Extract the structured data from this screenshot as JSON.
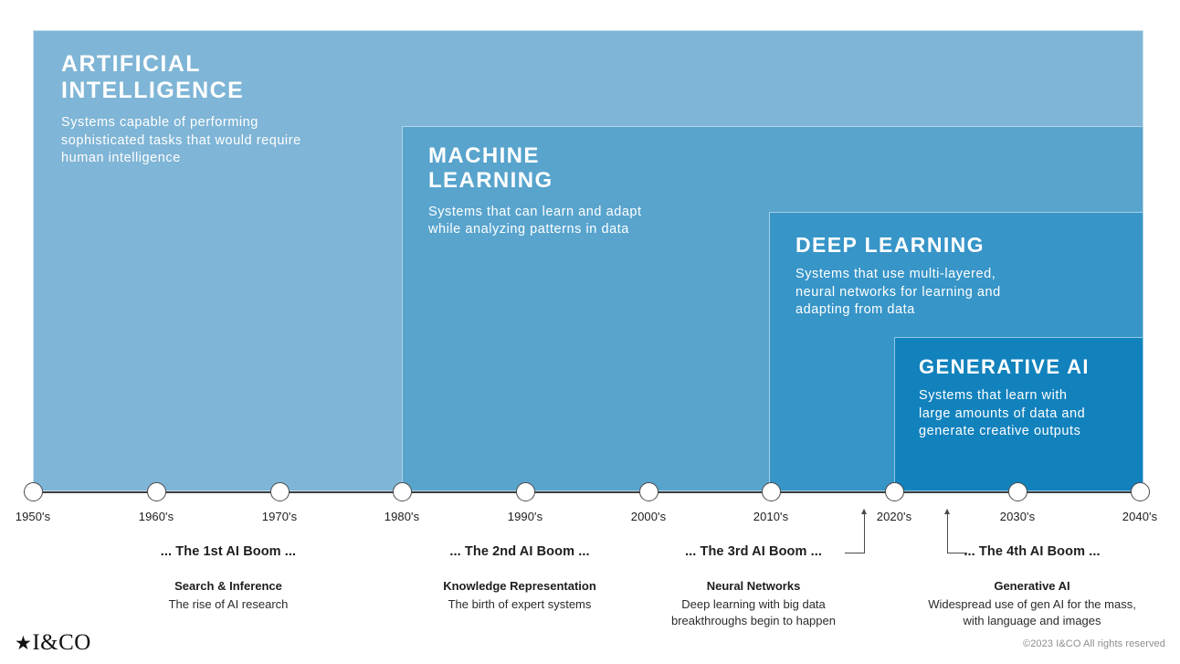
{
  "blocks": [
    {
      "id": "ai",
      "title": "ARTIFICIAL\nINTELLIGENCE",
      "description": "Systems capable of performing\nsophisticated tasks that would require\nhuman intelligence",
      "color": "#7fb5d6"
    },
    {
      "id": "ml",
      "title": "MACHINE\nLEARNING",
      "description": "Systems that can learn and adapt\nwhile analyzing patterns in data",
      "color": "#58a4cd"
    },
    {
      "id": "dl",
      "title": "DEEP LEARNING",
      "description": "Systems that use multi-layered,\nneural networks for learning and\nadapting from data",
      "color": "#3795c8"
    },
    {
      "id": "gen",
      "title": "GENERATIVE AI",
      "description": "Systems that learn with\nlarge amounts of data and\ngenerate creative outputs",
      "color": "#1282bd"
    }
  ],
  "axis": {
    "ticks": [
      {
        "label": "1950's"
      },
      {
        "label": "1960's"
      },
      {
        "label": "1970's"
      },
      {
        "label": "1980's"
      },
      {
        "label": "1990's"
      },
      {
        "label": "2000's"
      },
      {
        "label": "2010's"
      },
      {
        "label": "2020's"
      },
      {
        "label": "2030's"
      },
      {
        "label": "2040's"
      }
    ]
  },
  "eras": [
    {
      "boom": "... The 1st AI Boom ...",
      "topic": "Search & Inference",
      "note": "The rise of AI research"
    },
    {
      "boom": "... The 2nd AI Boom ...",
      "topic": "Knowledge Representation",
      "note": "The birth of expert systems"
    },
    {
      "boom": "... The 3rd AI Boom ...",
      "topic": "Neural Networks",
      "note": "Deep learning with big data\nbreakthroughs begin to happen"
    },
    {
      "boom": "... The 4th AI Boom ...",
      "topic": "Generative AI",
      "note": "Widespread use of gen AI for the mass,\nwith language and images"
    }
  ],
  "footer": {
    "logo_star": "★",
    "logo_text": "I&CO",
    "copyright": "©2023 I&CO All rights reserved"
  }
}
